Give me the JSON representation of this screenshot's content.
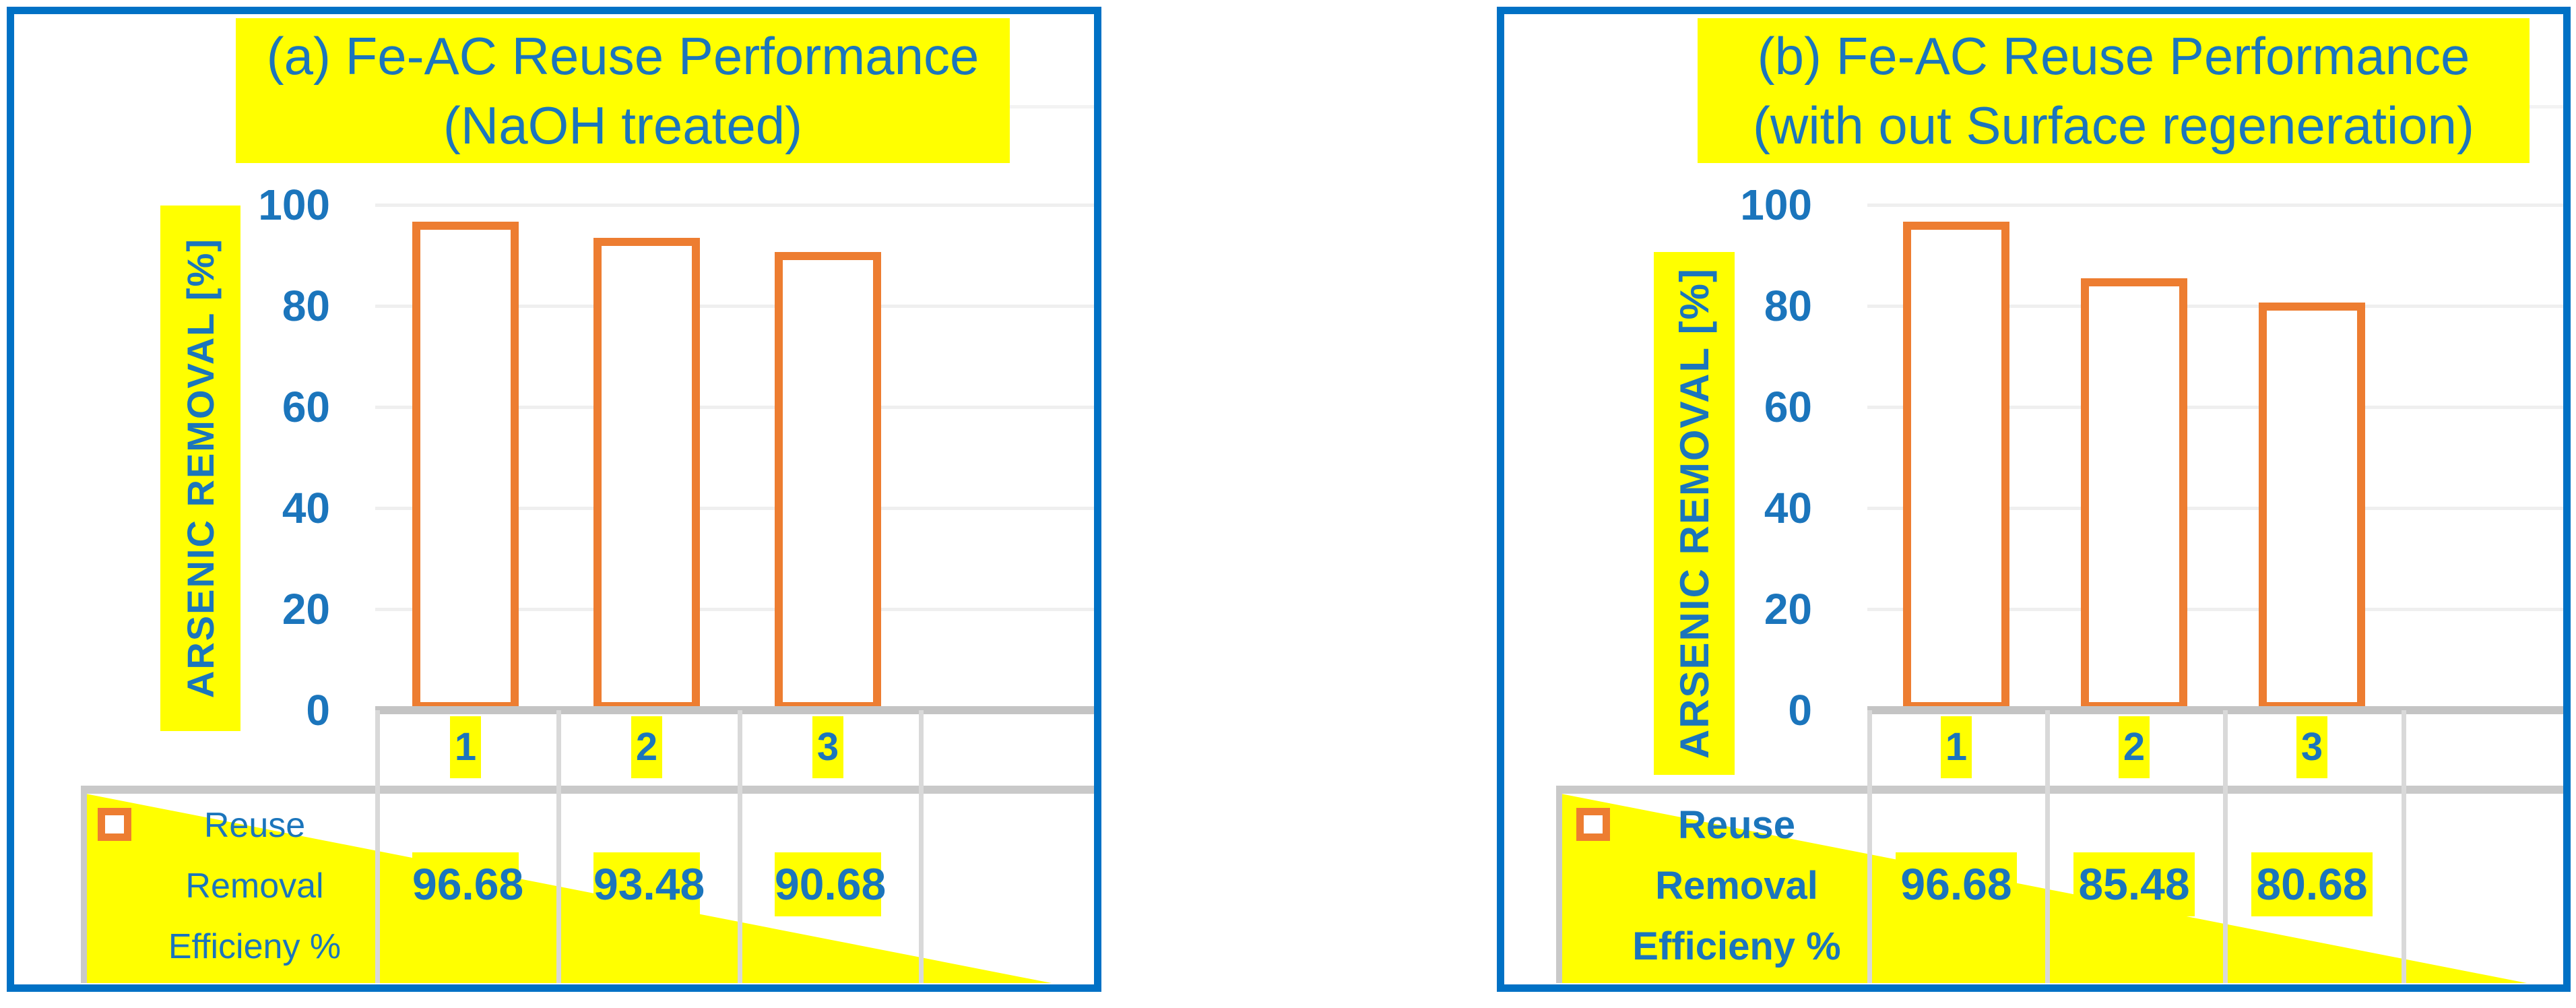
{
  "colors": {
    "frame_blue": "#0071C5",
    "text_blue": "#1B75BC",
    "bar_orange": "#ED7D31",
    "highlight_yellow": "#FFFF00"
  },
  "charts": [
    {
      "title_line1": "(a) Fe-AC Reuse Performance",
      "title_line2": "(NaOH treated)",
      "y_axis": {
        "label": "ARSENIC REMOVAL [%]",
        "ticks": [
          "100",
          "80",
          "60",
          "40",
          "20",
          "0"
        ]
      },
      "categories": [
        "1",
        "2",
        "3"
      ],
      "values": [
        96.68,
        93.48,
        90.68
      ],
      "value_labels": [
        "96.68",
        "93.48",
        "90.68"
      ],
      "legend": {
        "line1": "Reuse",
        "line2": "Removal",
        "line3": "Efficieny %"
      }
    },
    {
      "title_line1": "(b) Fe-AC Reuse Performance",
      "title_line2": "(with out Surface regeneration)",
      "y_axis": {
        "label": "ARSENIC REMOVAL [%]",
        "ticks": [
          "100",
          "80",
          "60",
          "40",
          "20",
          "0"
        ]
      },
      "categories": [
        "1",
        "2",
        "3"
      ],
      "values": [
        96.68,
        85.48,
        80.68
      ],
      "value_labels": [
        "96.68",
        "85.48",
        "80.68"
      ],
      "legend": {
        "line1": "Reuse",
        "line2": "Removal",
        "line3": "Efficieny %"
      }
    }
  ],
  "chart_data": [
    {
      "type": "bar",
      "title": "(a) Fe-AC Reuse Performance (NaOH treated)",
      "categories": [
        "1",
        "2",
        "3"
      ],
      "values": [
        96.68,
        93.48,
        90.68
      ],
      "series": [
        {
          "name": "Reuse Removal Efficieny %",
          "values": [
            96.68,
            93.48,
            90.68
          ]
        }
      ],
      "xlabel": "",
      "ylabel": "ARSENIC REMOVAL [%]",
      "ylim": [
        0,
        100
      ],
      "grid": true,
      "legend_position": "bottom-left data table",
      "bar_style": "white fill with orange outline"
    },
    {
      "type": "bar",
      "title": "(b) Fe-AC Reuse Performance (with out Surface regeneration)",
      "categories": [
        "1",
        "2",
        "3"
      ],
      "values": [
        96.68,
        85.48,
        80.68
      ],
      "series": [
        {
          "name": "Reuse Removal Efficieny %",
          "values": [
            96.68,
            85.48,
            80.68
          ]
        }
      ],
      "xlabel": "",
      "ylabel": "ARSENIC REMOVAL [%]",
      "ylim": [
        0,
        100
      ],
      "grid": true,
      "legend_position": "bottom-left data table",
      "bar_style": "white fill with orange outline"
    }
  ]
}
